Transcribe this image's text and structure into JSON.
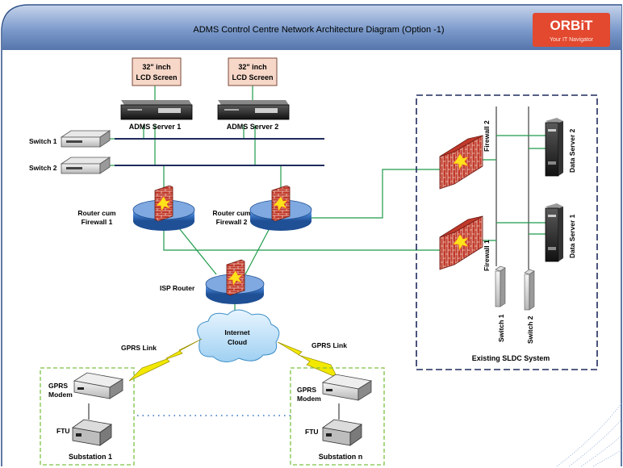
{
  "title": "ADMS Control Centre Network Architecture Diagram (Option -1)",
  "logo": {
    "name": "ORBiT",
    "tagline": "Your IT Navigator"
  },
  "control_centre": {
    "screens": [
      "32\" inch",
      "LCD Screen",
      "32\" inch",
      "LCD Screen"
    ],
    "servers": [
      "ADMS Server 1",
      "ADMS Server 2"
    ],
    "switches": [
      "Switch 1",
      "Switch 2"
    ],
    "routers": [
      "Router cum",
      "Firewall 1",
      "Router cum",
      "Firewall 2"
    ],
    "isp_router": "ISP Router",
    "cloud": [
      "Internet",
      "Cloud"
    ],
    "links": [
      "GPRS Link",
      "GPRS Link"
    ]
  },
  "sldc": {
    "label": "Existing SLDC System",
    "firewalls": [
      "Firewall 2",
      "Firewall 1"
    ],
    "data_servers": [
      "Data Server 2",
      "Data Server 1"
    ],
    "switches": [
      "Switch 1",
      "Switch 2"
    ]
  },
  "substations": [
    {
      "modem": [
        "GPRS",
        "Modem"
      ],
      "ftu": "FTU",
      "name": "Substation 1"
    },
    {
      "modem": [
        "GPRS",
        "Modem"
      ],
      "ftu": "FTU",
      "name": "Substation n"
    }
  ],
  "colors": {
    "header": "#5b7fb5",
    "link_green": "#1f9b4a",
    "bus_navy": "#1f2a5c",
    "screen_fill": "#f6d7c8",
    "router_blue": "#2d6cc4",
    "gprs_yellow": "#f2e800",
    "sldc_border": "#1f2a5c",
    "substation_border": "#7dc243"
  }
}
